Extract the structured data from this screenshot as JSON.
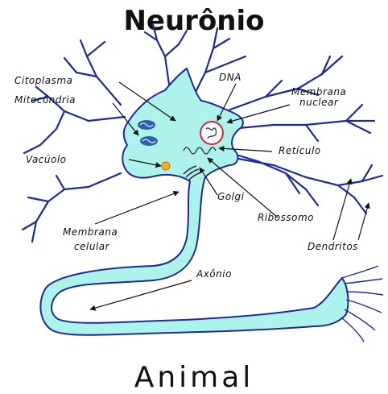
{
  "title": "Neurônio",
  "subtitle": "Animal",
  "labels": {
    "citoplasma": "Citoplasma",
    "mitocondria": "Mitocôndria",
    "vacuolo": "Vacúolo",
    "membrana_celular_1": "Membrana",
    "membrana_celular_2": "celular",
    "dna": "DNA",
    "membrana_nuclear_1": "Membrana",
    "membrana_nuclear_2": "nuclear",
    "reticulo": "Retículo",
    "golgi": "Golgi",
    "ribossomo": "Ribossomo",
    "dendritos": "Dendritos",
    "axonio": "Axônio"
  },
  "colors": {
    "cell_fill": "#aef2ec",
    "cell_outline": "#1d2a9e",
    "nucleus_ring": "#d0283c",
    "vacuole": "#f2b21f",
    "organelle": "#2e5fae"
  }
}
